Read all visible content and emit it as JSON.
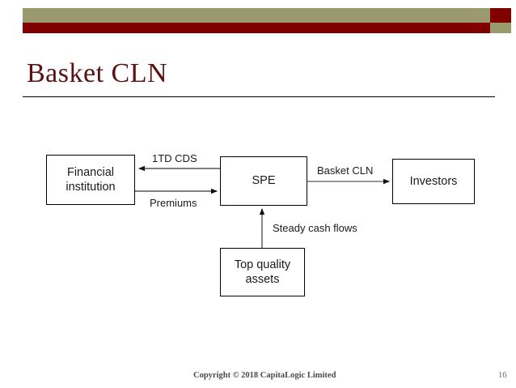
{
  "slide": {
    "title": "Basket CLN",
    "banner": {
      "khaki_color": "#9a9a6e",
      "maroon_color": "#800000"
    },
    "title_color": "#5c1010"
  },
  "diagram": {
    "nodes": [
      {
        "id": "financial-institution",
        "line1": "Financial",
        "line2": "institution"
      },
      {
        "id": "spe",
        "line1": "SPE",
        "line2": ""
      },
      {
        "id": "investors",
        "line1": "Investors",
        "line2": ""
      },
      {
        "id": "top-quality-assets",
        "line1": "Top quality",
        "line2": "assets"
      }
    ],
    "edges": [
      {
        "id": "cds",
        "label": "1TD CDS",
        "from": "spe",
        "to": "financial-institution",
        "direction": "left"
      },
      {
        "id": "premiums",
        "label": "Premiums",
        "from": "financial-institution",
        "to": "spe",
        "direction": "right"
      },
      {
        "id": "basket",
        "label": "Basket CLN",
        "from": "spe",
        "to": "investors",
        "direction": "right"
      },
      {
        "id": "steady",
        "label": "Steady cash flows",
        "from": "top-quality-assets",
        "to": "spe",
        "direction": "up"
      }
    ]
  },
  "footer": {
    "copyright": "Copyright © 2018  CapitaLogic Limited",
    "page_number": "16"
  }
}
